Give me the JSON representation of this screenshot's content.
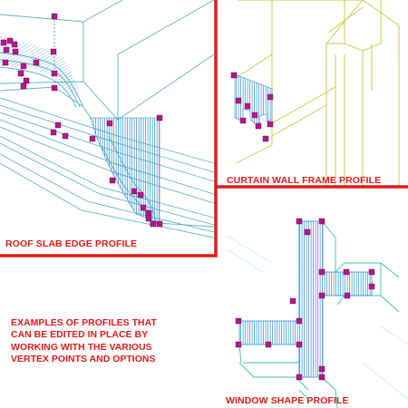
{
  "labels": {
    "roof": "ROOF SLAB EDGE PROFILE",
    "curtain_wall": "CURTAIN WALL FRAME PROFILE",
    "window": "WINDOW SHAPE PROFILE"
  },
  "caption": {
    "lines": [
      "EXAMPLES OF PROFILES THAT",
      "CAN BE EDITED IN PLACE BY",
      "WORKING WITH THE VARIOUS",
      "VERTEX POINTS AND OPTIONS"
    ]
  },
  "colors": {
    "accent": "#e11b1b",
    "grip": "#b0188a",
    "roof_line": "#5fb3c8",
    "hatch": "#2a8fd0",
    "frame_line": "#c8c83a",
    "window_line": "#3cc0a8"
  }
}
